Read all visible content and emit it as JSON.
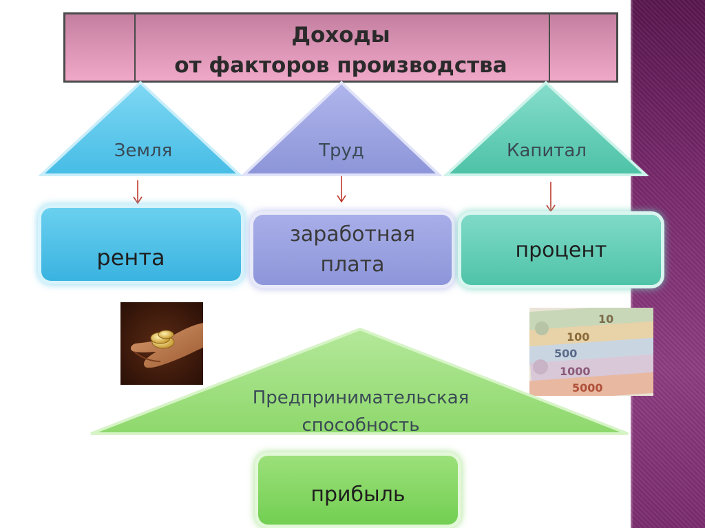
{
  "title": {
    "line1": "Доходы",
    "line2": "от факторов производства"
  },
  "factors": [
    {
      "label": "Земля",
      "color": "#5cc8ec"
    },
    {
      "label": "Труд",
      "color": "#9aa2e0"
    },
    {
      "label": "Капитал",
      "color": "#5ec9ae"
    }
  ],
  "incomes": [
    {
      "label": "рента",
      "color": "#4dbde8"
    },
    {
      "label_line1": "заработная",
      "label_line2": "плата",
      "color": "#9aa2e0"
    },
    {
      "label": "процент",
      "color": "#62ccb2"
    }
  ],
  "entrepreneurship": {
    "line1": "Предпринимательская",
    "line2": "способность",
    "color": "#9ee07e"
  },
  "profit": {
    "label": "прибыль",
    "color": "#82d660"
  },
  "images": {
    "coins": "hand-with-coins",
    "banknotes": "ruble-banknotes",
    "banknote_values": [
      "10",
      "100",
      "500",
      "1000",
      "5000"
    ]
  },
  "colors": {
    "title_bg": "#f0a8c8",
    "side_band": "#7a2a6d",
    "arrow": "#c0392b"
  }
}
